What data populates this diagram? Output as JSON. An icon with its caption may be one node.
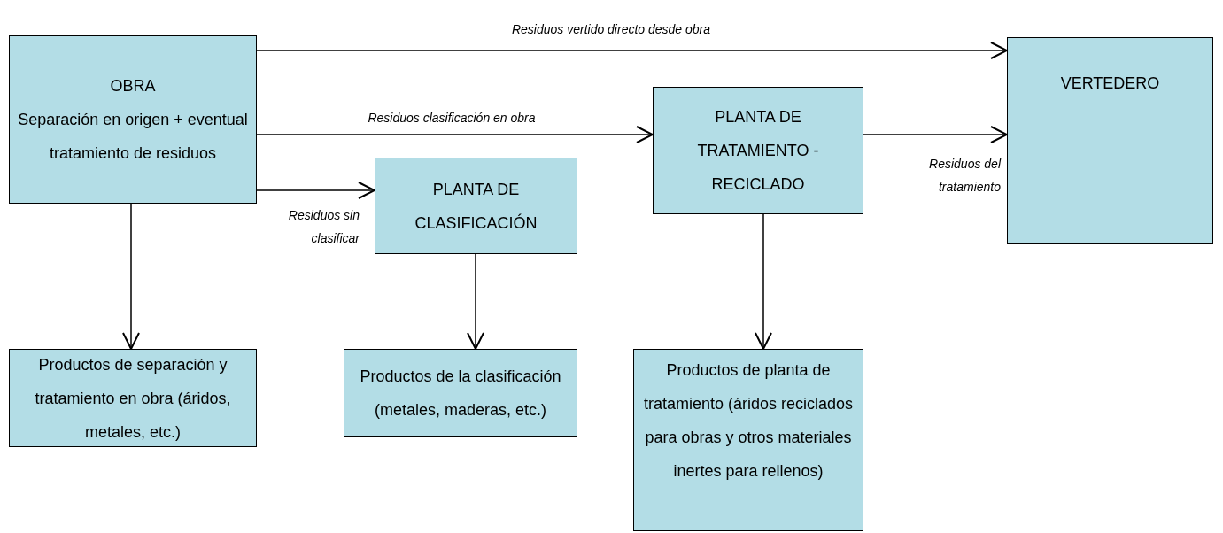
{
  "diagram": {
    "nodes": [
      {
        "text": [
          "OBRA",
          "Separación en origen + eventual tratamiento de residuos"
        ]
      },
      {
        "text": [
          "VERTEDERO"
        ]
      },
      {
        "text": [
          "PLANTA DE TRATAMIENTO - RECICLADO"
        ]
      },
      {
        "text": [
          "PLANTA DE CLASIFICACIÓN"
        ]
      },
      {
        "text": [
          "Productos de separación y tratamiento en obra (áridos, metales, etc.)"
        ]
      },
      {
        "text": [
          "Productos de la clasificación (metales, maderas, etc.)"
        ]
      },
      {
        "text": [
          "Productos de planta de tratamiento (áridos reciclados para obras y otros materiales inertes para rellenos)"
        ]
      }
    ],
    "edges": [
      {
        "from": 0,
        "to": 1,
        "arrow": "to",
        "label": "Residuos vertido directo desde obra"
      },
      {
        "from": 0,
        "to": 2,
        "arrow": "to",
        "label": "Residuos clasificación en obra"
      },
      {
        "from": 0,
        "to": 3,
        "arrow": "to",
        "label": "Residuos sin clasificar"
      },
      {
        "from": 2,
        "to": 1,
        "arrow": "to",
        "label": "Residuos del tratamiento"
      },
      {
        "from": 0,
        "to": 4,
        "arrow": "to"
      },
      {
        "from": 3,
        "to": 5,
        "arrow": "to"
      },
      {
        "from": 2,
        "to": 6,
        "arrow": "to"
      }
    ]
  }
}
